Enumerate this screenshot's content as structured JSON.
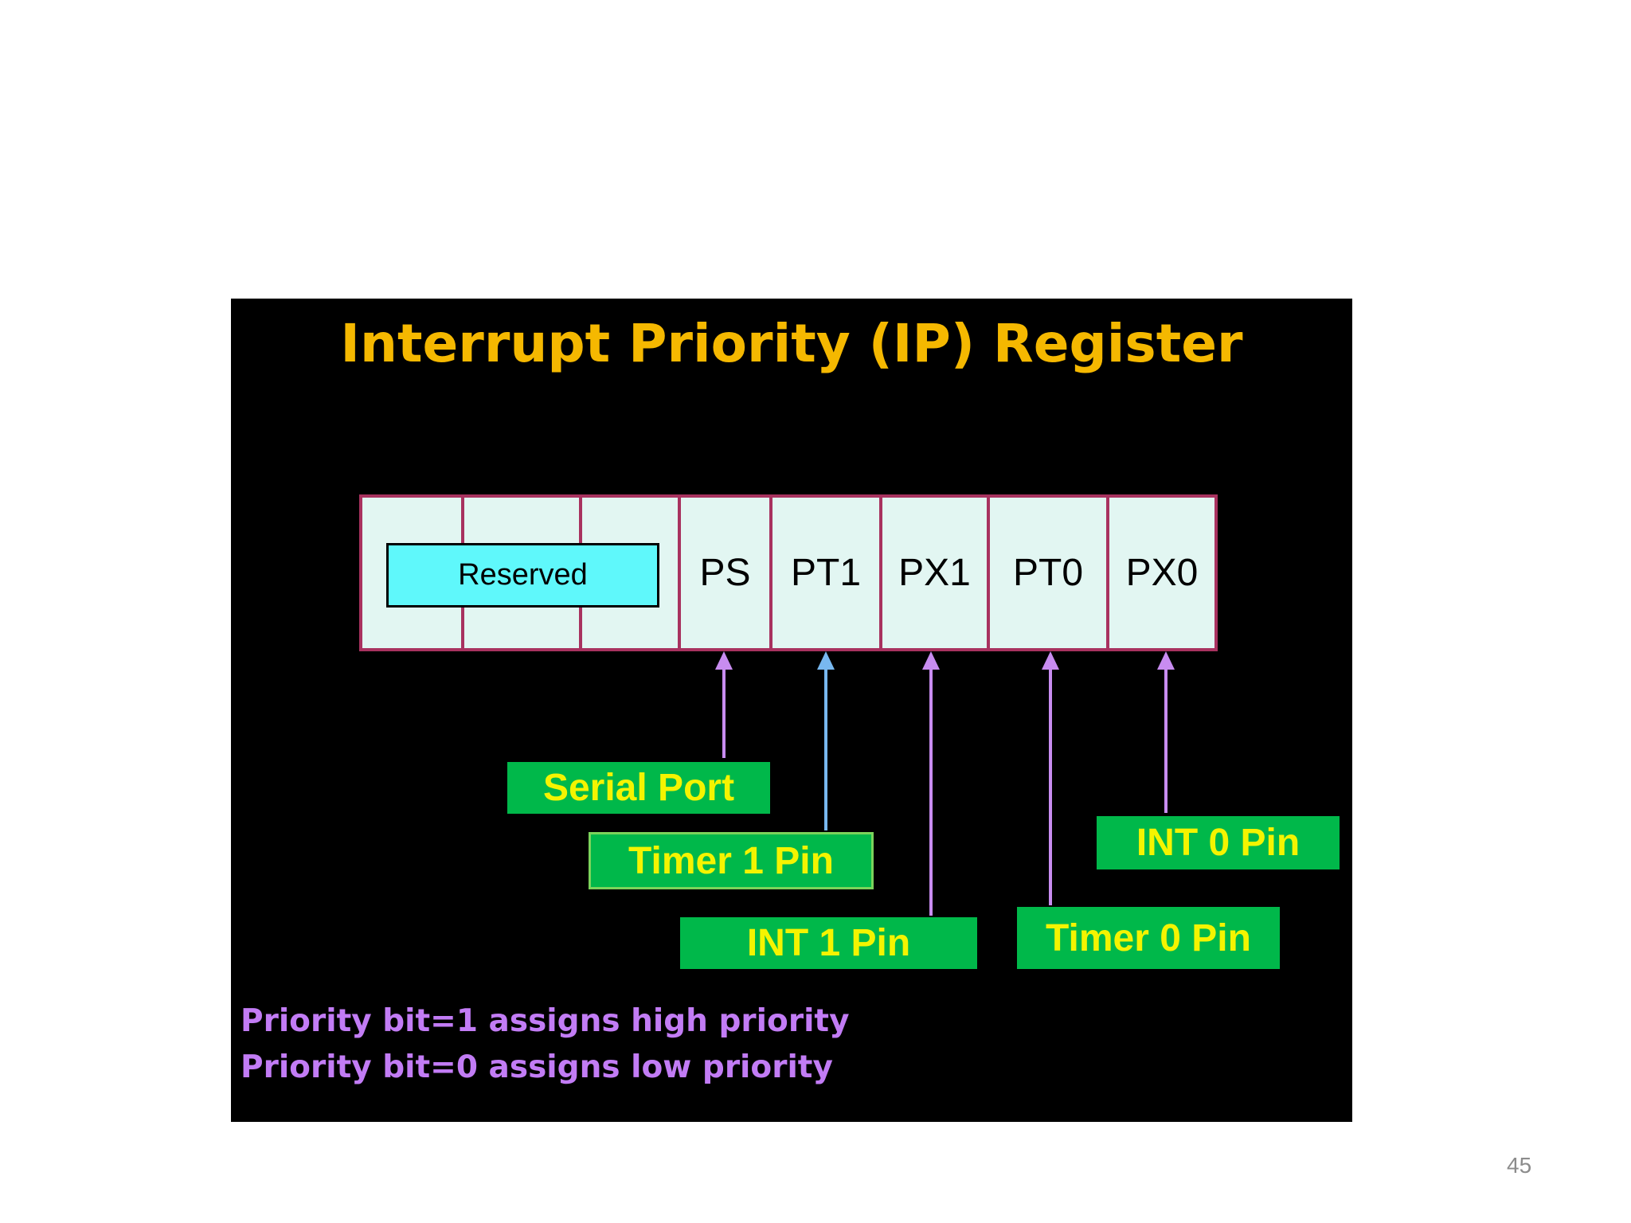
{
  "slide": {
    "title": "Interrupt Priority (IP) Register",
    "register": {
      "reserved_label": "Reserved",
      "bits": [
        "PS",
        "PT1",
        "PX1",
        "PT0",
        "PX0"
      ]
    },
    "sources": {
      "serial_port": "Serial Port",
      "timer1_pin": "Timer 1 Pin",
      "int1_pin": "INT 1 Pin",
      "timer0_pin": "Timer 0 Pin",
      "int0_pin": "INT 0 Pin"
    },
    "notes": [
      "Priority bit=1 assigns high priority",
      "Priority bit=0 assigns low priority"
    ],
    "colors": {
      "title": "#f5b800",
      "register_border": "#a8325f",
      "register_fill": "#e2f6f2",
      "reserved_fill": "#5ff8fb",
      "label_fill": "#00b84a",
      "label_text": "#f4f400",
      "note_text": "#c27cf5",
      "arrow_violet": "#c88cf0",
      "arrow_blue": "#78b8f0"
    }
  },
  "page_number": "45"
}
